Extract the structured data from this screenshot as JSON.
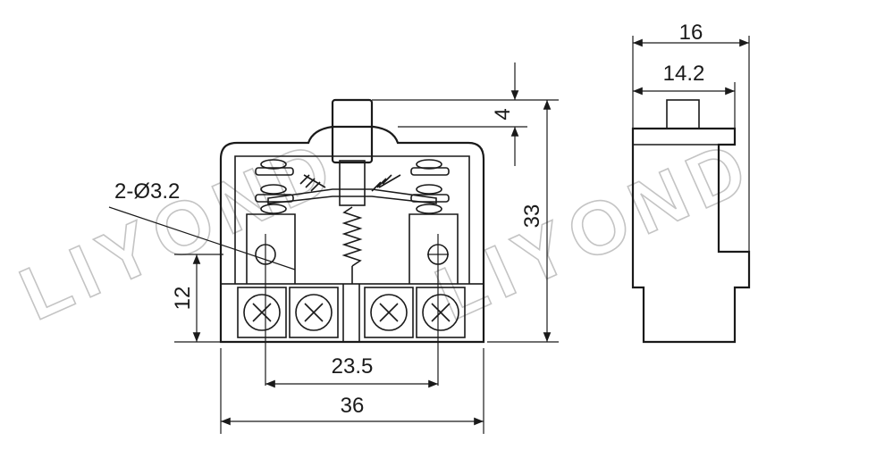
{
  "watermark": {
    "left": "LIYOND",
    "right": "LIYOND"
  },
  "front_view": {
    "hole_callout": "2-Ø3.2",
    "terminal_height": "12",
    "hole_spacing": "23.5",
    "overall_width": "36",
    "plunger_travel": "4",
    "overall_height": "33"
  },
  "side_view": {
    "overall_depth": "16",
    "body_depth": "14.2"
  }
}
